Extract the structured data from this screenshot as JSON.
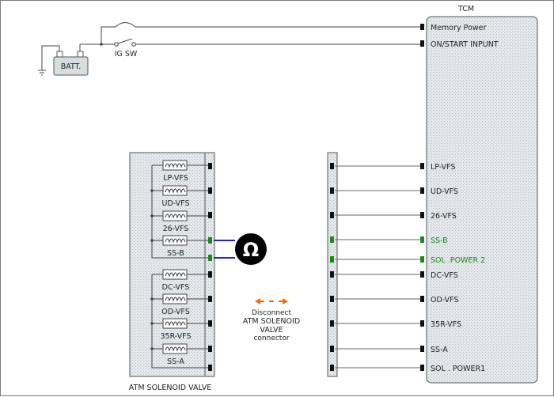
{
  "tcm": {
    "title": "TCM",
    "power_pins": [
      "Memory Power",
      "ON/START  INPUNT"
    ],
    "pins": [
      "LP-VFS",
      "UD-VFS",
      "26-VFS",
      "SS-B",
      "SOL .POWER 2",
      "DC-VFS",
      "OD-VFS",
      "35R-VFS",
      "SS-A",
      "SOL . POWER1"
    ],
    "highlighted_pins": [
      "SS-B",
      "SOL .POWER 2"
    ]
  },
  "battery": {
    "label": "BATT."
  },
  "switch": {
    "label": "IG SW"
  },
  "solenoid_valve": {
    "label": "ATM SOLENOID VALVE",
    "coils": [
      "LP-VFS",
      "UD-VFS",
      "26-VFS",
      "SS-B",
      "DC-VFS",
      "OD-VFS",
      "35R-VFS",
      "SS-A"
    ]
  },
  "ohmmeter": {
    "symbol": "Ω"
  },
  "note": {
    "lines": [
      "Disconnect",
      "ATM SOLENOID",
      "VALVE",
      "connector"
    ]
  },
  "colors": {
    "highlight": "#1a8a1a",
    "probe_wire": "#2222cc",
    "note_arrow": "#ff6600",
    "panel_fill": "#dde3e6"
  }
}
